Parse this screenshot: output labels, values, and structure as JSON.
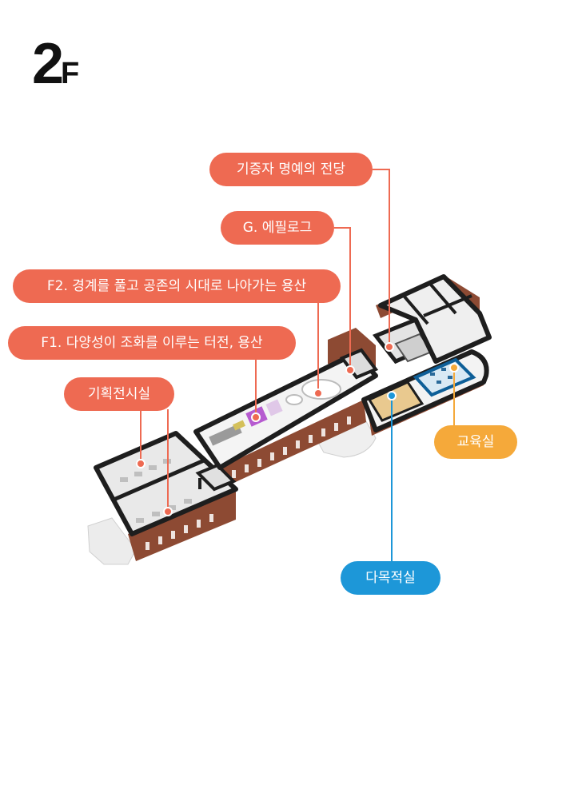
{
  "floor": {
    "number": "2",
    "suffix": "F"
  },
  "labels": {
    "honor_hall": "기증자 명예의 전당",
    "epilogue": "G. 에필로그",
    "f2": "F2. 경계를 풀고 공존의 시대로 나아가는 용산",
    "f1": "F1. 다양성이 조화를 이루는 터전, 용산",
    "special": "기획전시실",
    "education": "교육실",
    "multipurpose": "다목적실"
  },
  "colors": {
    "label_red": "#ee6a52",
    "label_orange": "#f5a93a",
    "label_blue": "#1d97d8",
    "brick": "#8d4a33",
    "wall": "#1e1e1e",
    "floor": "#e8e8e8"
  }
}
